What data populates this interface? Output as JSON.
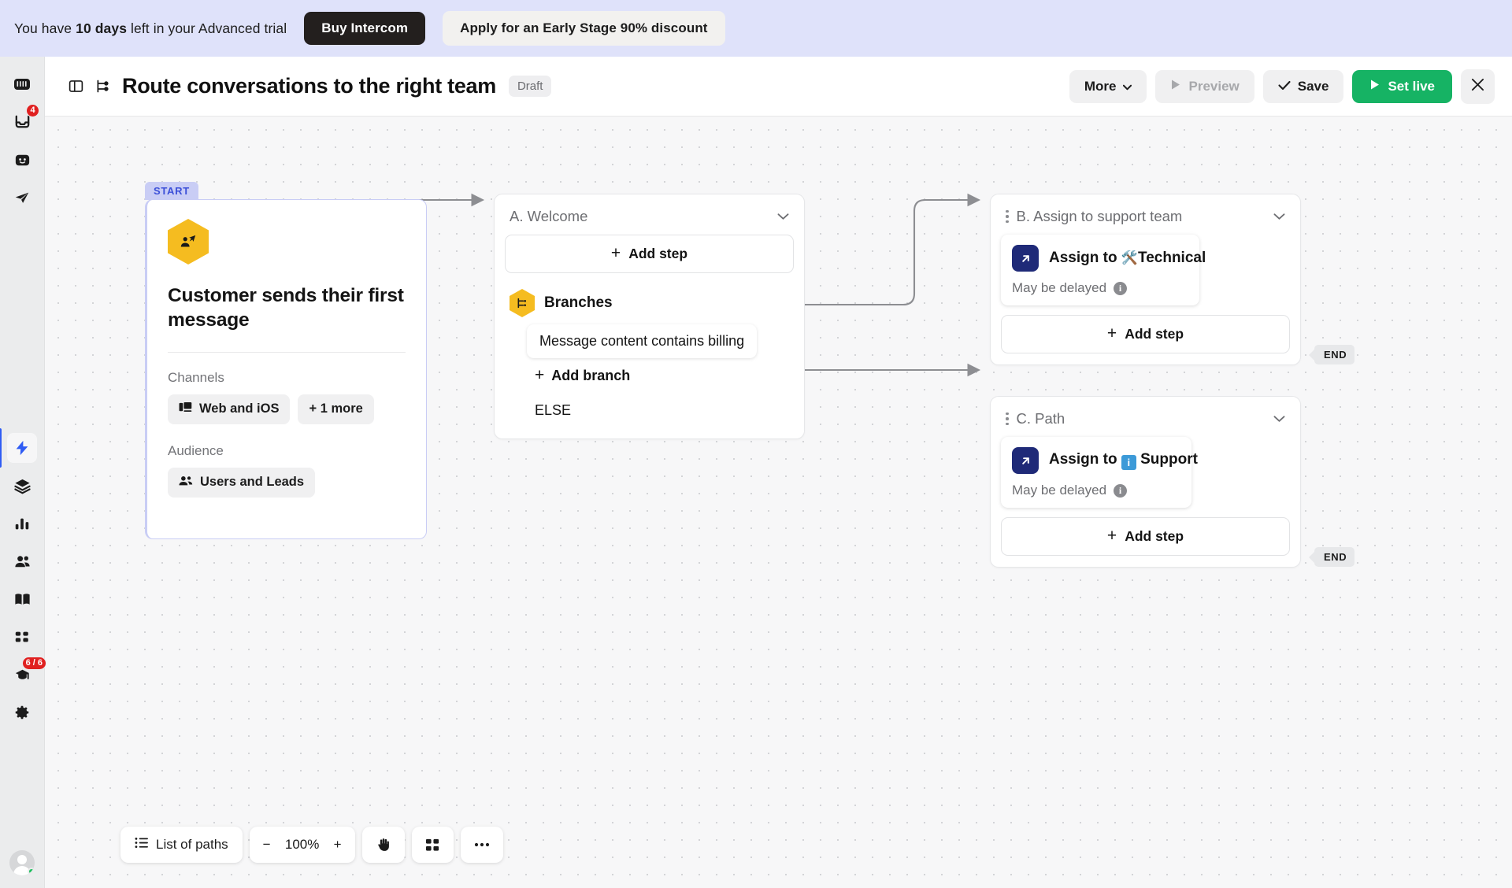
{
  "banner": {
    "text_prefix": "You have ",
    "days": "10 days",
    "text_suffix": " left in your Advanced trial",
    "buy_label": "Buy Intercom",
    "discount_label": "Apply for an Early Stage 90% discount",
    "bg": "#dfe2fa"
  },
  "rail": {
    "items": [
      {
        "name": "intercom-logo",
        "badge": ""
      },
      {
        "name": "inbox-icon",
        "badge": "4"
      },
      {
        "name": "messenger-icon",
        "badge": ""
      },
      {
        "name": "send-icon",
        "badge": ""
      },
      {
        "name": "automation-icon",
        "badge": "",
        "active": true
      },
      {
        "name": "layers-icon",
        "badge": ""
      },
      {
        "name": "reports-icon",
        "badge": ""
      },
      {
        "name": "contacts-icon",
        "badge": ""
      },
      {
        "name": "knowledge-icon",
        "badge": ""
      },
      {
        "name": "apps-icon",
        "badge": ""
      },
      {
        "name": "tasks-icon",
        "badge": "6 / 6"
      },
      {
        "name": "settings-icon",
        "badge": ""
      }
    ]
  },
  "header": {
    "title": "Route conversations to the right team",
    "status": "Draft",
    "more_label": "More",
    "preview_label": "Preview",
    "save_label": "Save",
    "setlive_label": "Set live",
    "green": "#16b364"
  },
  "start_node": {
    "tag": "START",
    "title": "Customer sends their first message",
    "channels_label": "Channels",
    "channel_chip": "Web and iOS",
    "channel_more": "+ 1 more",
    "audience_label": "Audience",
    "audience_chip": "Users and Leads"
  },
  "paths": [
    {
      "name": "A. Welcome",
      "add_step_label": "Add step",
      "branches_label": "Branches",
      "branch_condition": "Message content contains billing",
      "add_branch_label": "Add branch",
      "else_label": "ELSE"
    },
    {
      "name": "B. Assign to support team",
      "assign_prefix": "Assign to ",
      "assign_emoji": "🛠️",
      "assign_target": "Technical",
      "delayed_label": "May be delayed",
      "add_step_label": "Add step",
      "end_label": "END"
    },
    {
      "name": "C. Path",
      "assign_prefix": "Assign to ",
      "assign_emoji": "ℹ️",
      "assign_target": "Support",
      "delayed_label": "May be delayed",
      "add_step_label": "Add step",
      "end_label": "END"
    }
  ],
  "toolbar": {
    "list_label": "List of paths",
    "zoom_out": "−",
    "zoom_level": "100%",
    "zoom_in": "+",
    "pan_icon": "hand-icon",
    "grid_icon": "grid-icon",
    "more_icon": "ellipsis-icon"
  }
}
